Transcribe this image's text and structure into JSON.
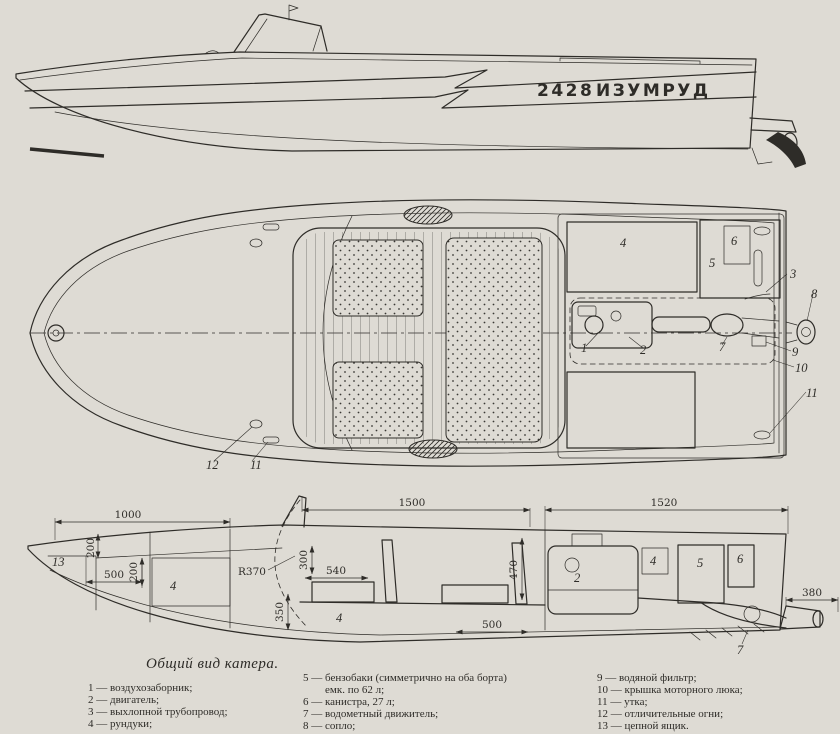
{
  "colors": {
    "paper": "#dedbd4",
    "ink": "#2e2c28"
  },
  "side_view": {
    "registration": "2428",
    "name": "ИЗУМРУД"
  },
  "plan_view": {
    "callouts": {
      "n1": "1",
      "n2": "2",
      "n3": "3",
      "n4": "4",
      "n5": "5",
      "n6": "6",
      "n7": "7",
      "n8": "8",
      "n9": "9",
      "n10": "10",
      "n11_stern": "11",
      "n11_cleat": "11",
      "n12": "12"
    }
  },
  "cutaway_view": {
    "callouts": {
      "n13": "13",
      "n4_bow": "4",
      "n4_floor": "4",
      "n2": "2",
      "n4_aft": "4",
      "n5": "5",
      "n6": "6",
      "n7": "7"
    },
    "dimensions": {
      "bow_length": "1000",
      "cockpit_length": "1500",
      "aft_length": "1520",
      "bow_500": "500",
      "bow_200_upper": "200",
      "bow_200_lower": "200",
      "seat_540": "540",
      "height_300": "300",
      "height_350": "350",
      "windshield_radius": "R370",
      "height_470": "470",
      "bilge_500": "500",
      "nozzle_380": "380"
    }
  },
  "legend": {
    "caption": "Общий вид катера.",
    "columns": [
      {
        "items": [
          "1 — воздухозаборник;",
          "2 — двигатель;",
          "3 — выхлопной трубопровод;",
          "4 — рундуки;"
        ]
      },
      {
        "items": [
          "5 — бензобаки  (симметрично  на  оба  борта)",
          "емк. по 62 л;",
          "6 — канистра, 27 л;",
          "7 — водометный движитель;",
          "8 — сопло;"
        ]
      },
      {
        "items": [
          "9 — водяной фильтр;",
          "10 — крышка моторного люка;",
          "11 — утка;",
          "12 — отличительные огни;",
          "13 — цепной ящик."
        ]
      }
    ]
  }
}
